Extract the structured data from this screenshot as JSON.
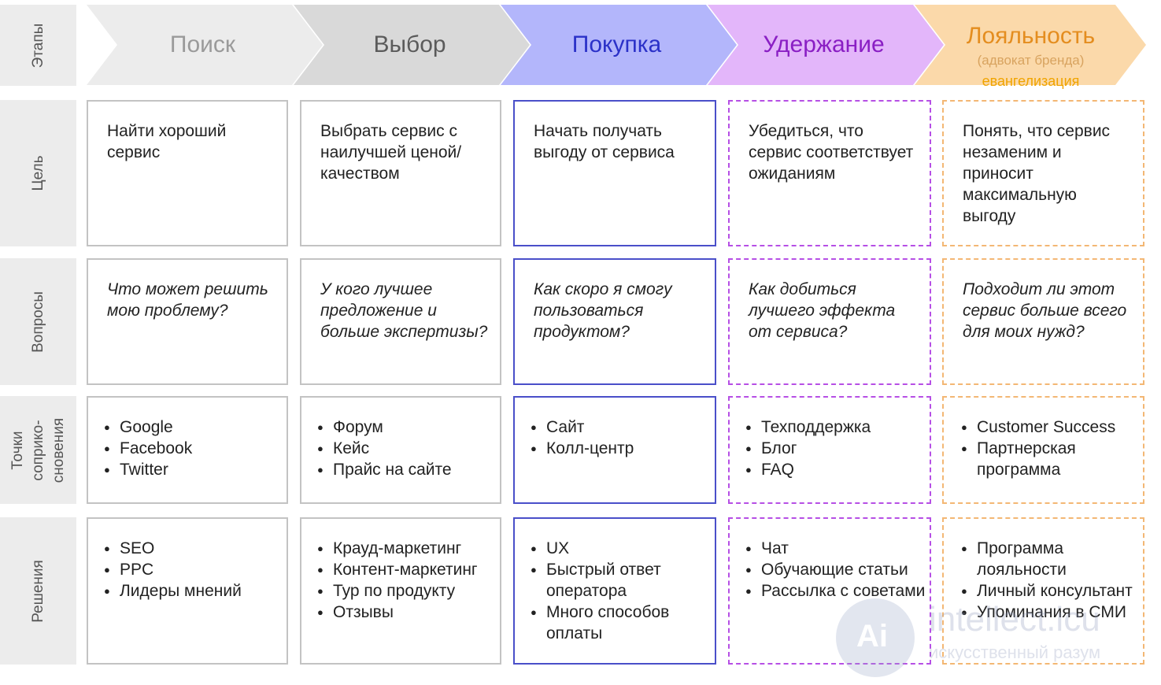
{
  "row_labels": {
    "stages": "Этапы",
    "goal": "Цель",
    "questions": "Вопросы",
    "touchpoints": [
      "Точки",
      "соприко-",
      "сновения"
    ],
    "solutions": "Решения"
  },
  "stages": [
    {
      "label": "Поиск",
      "fill": "#ececec",
      "text_color": "#9a9a9a"
    },
    {
      "label": "Выбор",
      "fill": "#d9d9d9",
      "text_color": "#5b5b5b"
    },
    {
      "label": "Покупка",
      "fill": "#b3b6fb",
      "text_color": "#2b31c8"
    },
    {
      "label": "Удержание",
      "fill": "#e3b6fa",
      "text_color": "#8a1fc4"
    },
    {
      "label": "Лояльность",
      "fill": "#fbd9aa",
      "text_color": "#e48d1f",
      "sub1": "(адвокат бренда)",
      "sub2": "евангелизация",
      "sub1_color": "#d8a35f",
      "sub2_color": "#f0a400"
    }
  ],
  "goals": [
    "Найти хороший сервис",
    "Выбрать сервис с наилучшей ценой/качеством",
    "Начать получать выгоду от сервиса",
    "Убедиться, что сервис соответствует ожиданиям",
    "Понять, что сервис незаменим и приносит максимальную выгоду"
  ],
  "questions": [
    "Что может решить мою проблему?",
    "У кого лучшее предложение и больше экспертизы?",
    "Как скоро я смогу пользоваться продуктом?",
    "Как добиться лучшего эффекта от сервиса?",
    "Подходит ли этот сервис больше всего для моих нужд?"
  ],
  "touchpoints": [
    [
      "Google",
      "Facebook",
      "Twitter"
    ],
    [
      "Форум",
      "Кейс",
      "Прайс на сайте"
    ],
    [
      "Сайт",
      "Колл-центр"
    ],
    [
      "Техподдержка",
      "Блог",
      "FAQ"
    ],
    [
      "Customer Success",
      "Партнерская программа"
    ]
  ],
  "solutions": [
    [
      "SEO",
      "PPC",
      "Лидеры мнений"
    ],
    [
      "Крауд-маркетинг",
      "Контент-маркетинг",
      "Тур по продукту",
      "Отзывы"
    ],
    [
      "UX",
      "Быстрый ответ оператора",
      "Много способов оплаты"
    ],
    [
      "Чат",
      "Обучающие статьи",
      "Рассылка с советами"
    ],
    [
      "Программа лояльности",
      "Личный консультант",
      "Упоминания в СМИ"
    ]
  ],
  "cell_styles": [
    "solidgray",
    "solidgray",
    "solidblue",
    "dashpurple",
    "dashorange"
  ],
  "watermark": {
    "logo_letters": "Ai",
    "title": "intellect.icu",
    "subtitle": "искусственный разум"
  }
}
